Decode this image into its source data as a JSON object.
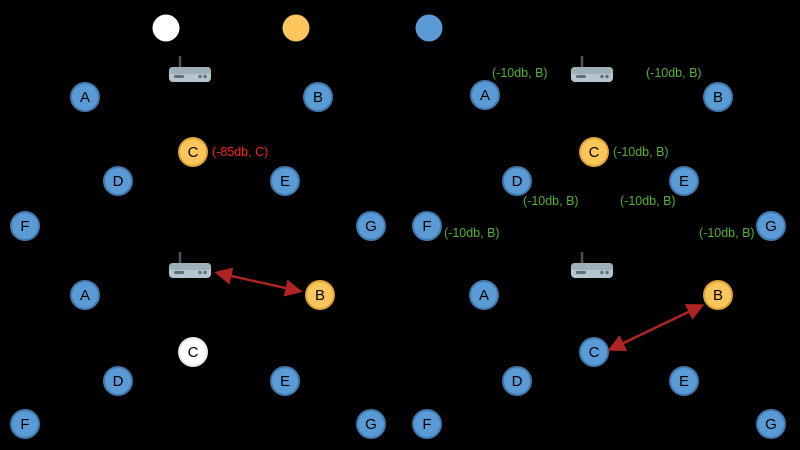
{
  "diagram": {
    "legend": {
      "markers": [
        {
          "id": "white-node-marker",
          "color": "#ffffff"
        },
        {
          "id": "yellow-node-marker",
          "color": "#fdc65c"
        },
        {
          "id": "blue-node-marker",
          "color": "#5b9bd5"
        }
      ]
    },
    "panel1": {
      "nodes": {
        "a": "A",
        "b": "B",
        "c": "C",
        "d": "D",
        "e": "E",
        "f": "F",
        "g": "G"
      },
      "c_annotation": "(-85db, C)"
    },
    "panel2": {
      "nodes": {
        "a": "A",
        "b": "B",
        "c": "C",
        "d": "D",
        "e": "E",
        "f": "F",
        "g": "G"
      },
      "annotations": {
        "a": "(-10db, B)",
        "b": "(-10db, B)",
        "c": "(-10db, B)",
        "d": "(-10db, B)",
        "e": "(-10db, B)",
        "f": "(-10db, B)",
        "g": "(-10db, B)"
      }
    },
    "panel3": {
      "nodes": {
        "a": "A",
        "b": "B",
        "c": "C",
        "d": "D",
        "e": "E",
        "f": "F",
        "g": "G"
      }
    },
    "panel4": {
      "nodes": {
        "a": "A",
        "b": "B",
        "c": "C",
        "d": "D",
        "e": "E",
        "f": "F",
        "g": "G"
      }
    },
    "colors": {
      "node_blue": "#5b9bd5",
      "node_yellow": "#fdc65c",
      "node_white": "#ffffff",
      "annotation_green": "#58b031",
      "annotation_red": "#ff1d1d",
      "arrow_red": "#b02323",
      "background": "#000000"
    }
  }
}
